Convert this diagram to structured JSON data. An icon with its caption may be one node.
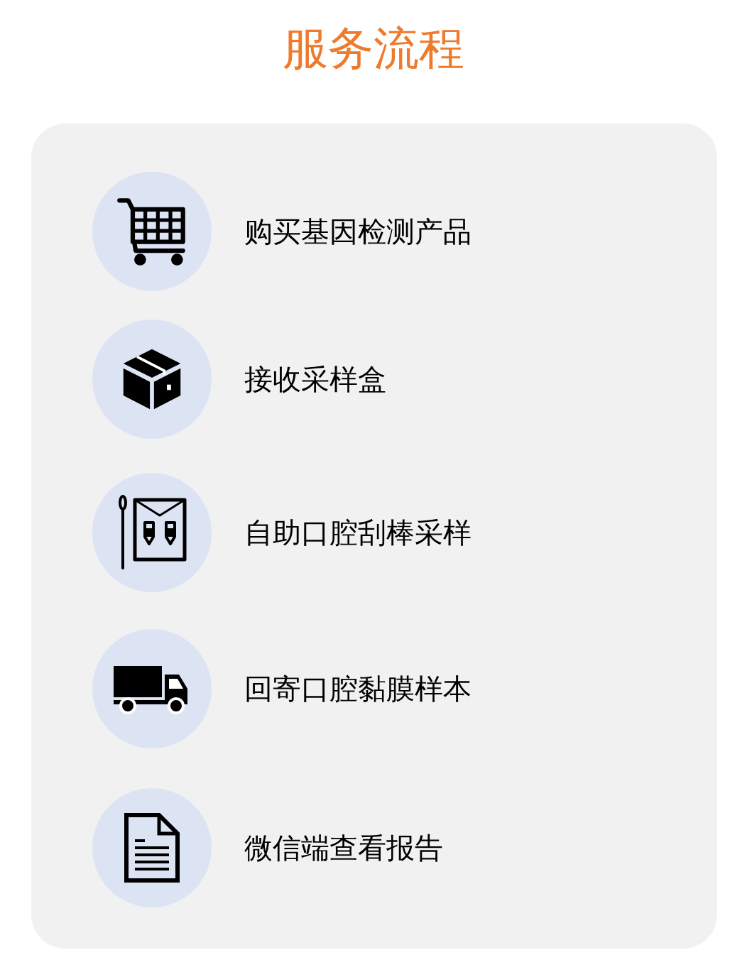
{
  "diagram": {
    "title": "服务流程",
    "nodes": [
      {
        "text": [],
        "shape": "box"
      },
      {
        "text": [],
        "shape": "circle",
        "in": 0,
        "beside": [
          "购买基因检测产品"
        ]
      },
      {
        "text": [],
        "shape": "circle",
        "in": 0,
        "beside": [
          "接收采样盒"
        ]
      },
      {
        "text": [],
        "shape": "circle",
        "in": 0,
        "beside": [
          "自助口腔刮棒采样"
        ]
      },
      {
        "text": [],
        "shape": "circle",
        "in": 0,
        "beside": [
          "回寄口腔黏膜样本"
        ]
      },
      {
        "text": [],
        "shape": "circle",
        "in": 0,
        "beside": [
          "微信端查看报告"
        ]
      }
    ]
  }
}
